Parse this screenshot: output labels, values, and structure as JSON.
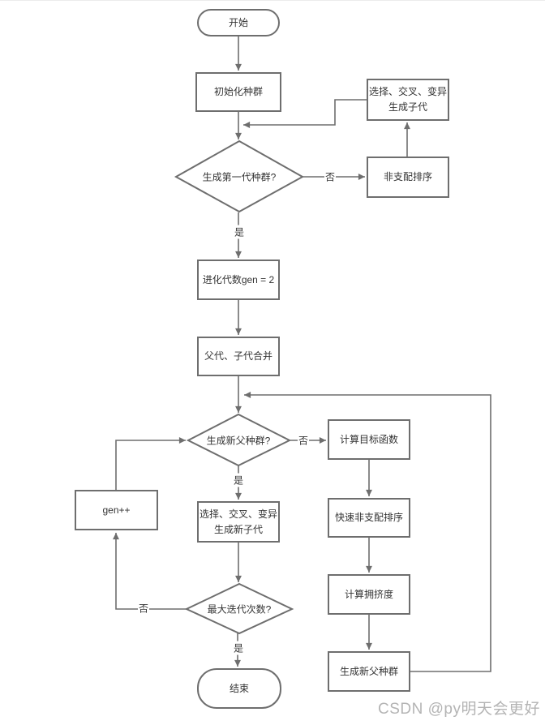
{
  "nodes": {
    "start": "开始",
    "init": "初始化种群",
    "offspring": {
      "line1": "选择、交叉、变异",
      "line2": "生成子代"
    },
    "first_gen_q": "生成第一代种群?",
    "nondominated_sort": "非支配排序",
    "evolution_gen": "进化代数gen = 2",
    "merge": "父代、子代合并",
    "new_parent_q": "生成新父种群?",
    "objective": "计算目标函数",
    "fast_sort": "快速非支配排序",
    "crowding": "计算拥挤度",
    "new_parent": "生成新父种群",
    "gen_inc": "gen++",
    "new_offspring": {
      "line1": "选择、交叉、变异",
      "line2": "生成新子代"
    },
    "max_iter_q": "最大迭代次数?",
    "end": "结束"
  },
  "edge_labels": {
    "first_gen_no": "否",
    "first_gen_yes": "是",
    "new_parent_no": "否",
    "new_parent_yes": "是",
    "max_iter_no": "否",
    "max_iter_yes": "是"
  },
  "watermark": "CSDN @py明天会更好",
  "colors": {
    "line": "#6e6e6e",
    "text": "#333333",
    "watermark": "#b4b4b4",
    "background": "#ffffff"
  }
}
